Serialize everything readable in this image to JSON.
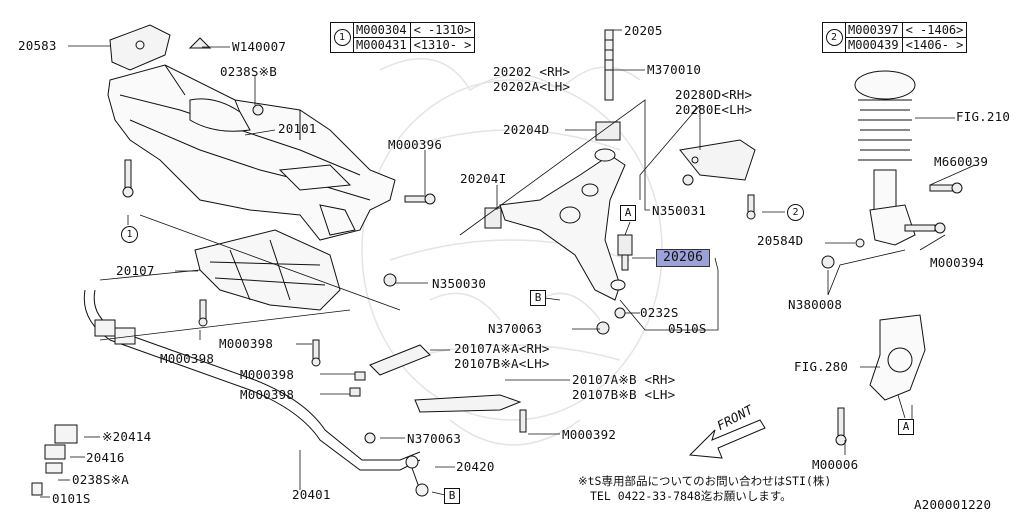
{
  "legend_box_1": {
    "marker": "1",
    "rows": [
      {
        "code": "M000304",
        "range": "< -1310>"
      },
      {
        "code": "M000431",
        "range": "<1310- >"
      }
    ]
  },
  "legend_box_2": {
    "marker": "2",
    "rows": [
      {
        "code": "M000397",
        "range": "< -1406>"
      },
      {
        "code": "M000439",
        "range": "<1406- >"
      }
    ]
  },
  "labels": {
    "p20583": "20583",
    "w140007": "W140007",
    "p0238sb": "0238S※B",
    "p20101": "20101",
    "m000396": "M000396",
    "p20202": "20202 <RH>",
    "p20202a": "20202A<LH>",
    "p20205": "20205",
    "m370010": "M370010",
    "p20204d": "20204D",
    "p20204i": "20204I",
    "n350031": "N350031",
    "p20280d": "20280D<RH>",
    "p20280e": "20280E<LH>",
    "fig210": "FIG.210",
    "m660039": "M660039",
    "p20584d": "20584D",
    "m000394": "M000394",
    "n380008": "N380008",
    "p20206": "20206",
    "n350030": "N350030",
    "p20107": "20107",
    "m000398a": "M000398",
    "m000398b": "M000398",
    "m000398c": "M000398",
    "m000398d": "M000398",
    "p0232s": "0232S",
    "n370063a": "N370063",
    "p0510s": "0510S",
    "p20107aa": "20107A※A<RH>",
    "p20107ba": "20107B※A<LH>",
    "p20107ab": "20107A※B <RH>",
    "p20107bb": "20107B※B <LH>",
    "m000392": "M000392",
    "n370063b": "N370063",
    "p20414": "※20414",
    "p20416": "20416",
    "p0238sa": "0238S※A",
    "p0101s": "0101S",
    "p20401": "20401",
    "p20420": "20420",
    "fig280": "FIG.280",
    "m00006": "M00006",
    "front": "FRONT",
    "ref_a1": "A",
    "ref_a2": "A",
    "ref_b1": "B",
    "ref_b2": "B",
    "circle_1": "1",
    "circle_2": "2"
  },
  "footer": {
    "note_line1": "※tS専用部品についてのお問い合わせはSTI(株)",
    "note_line2": "TEL 0422-33-7848迄お願いします。",
    "diagram_id": "A200001220"
  },
  "colors": {
    "highlight": "#9aa2d8",
    "line": "#111111",
    "watermark": "#e4e4e4"
  }
}
